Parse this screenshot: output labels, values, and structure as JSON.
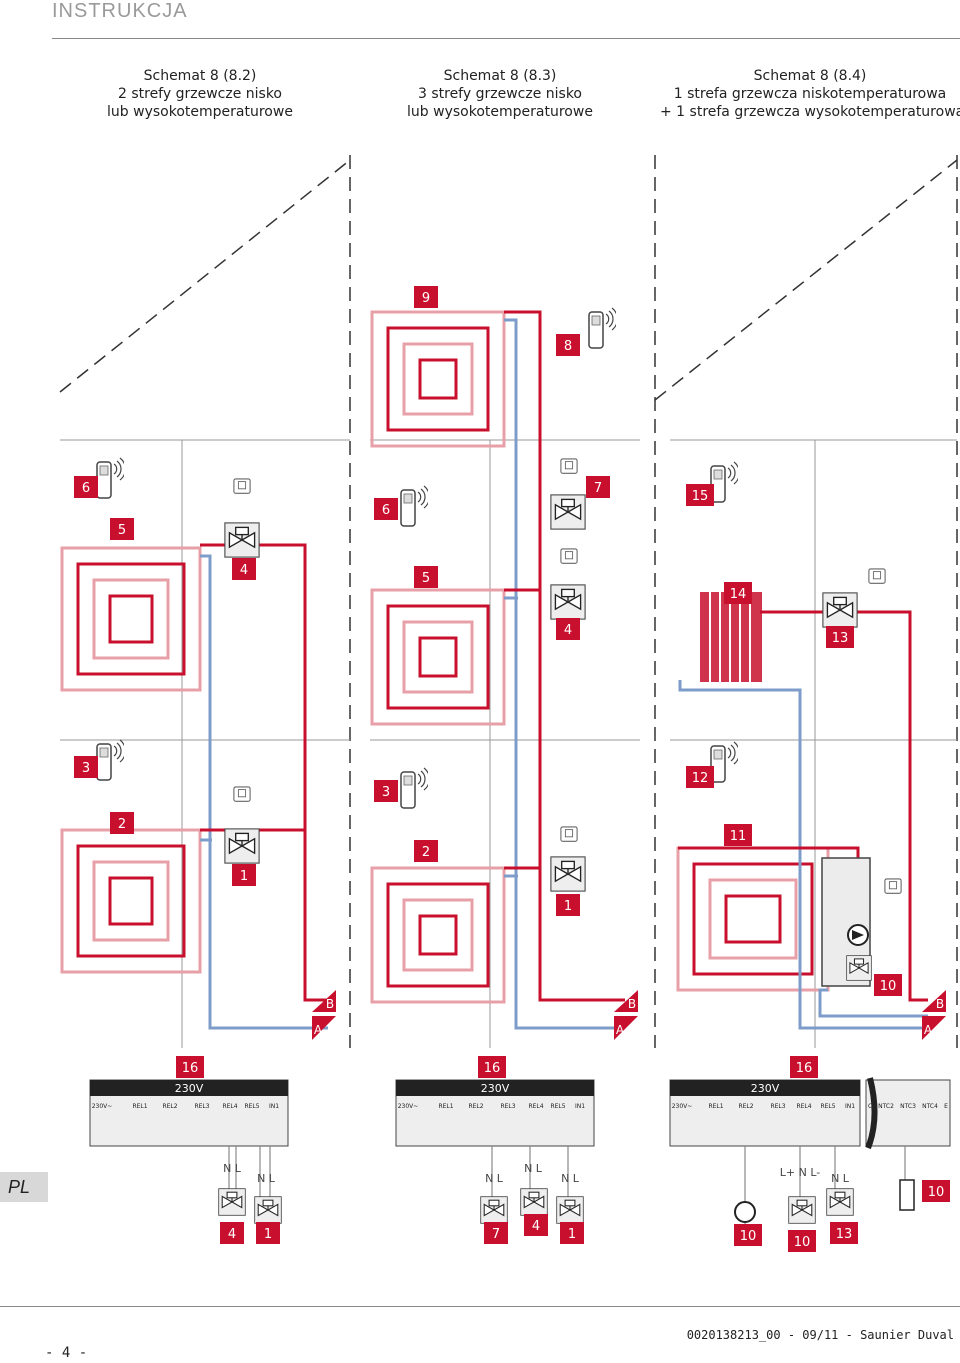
{
  "header": {
    "title": "INSTRUKCJA"
  },
  "schemas": [
    {
      "title": "Schemat 8 (8.2)",
      "line1": "2 strefy grzewcze nisko",
      "line2": "lub wysokotemperaturowe"
    },
    {
      "title": "Schemat 8 (8.3)",
      "line1": "3 strefy grzewcze nisko",
      "line2": "lub wysokotemperaturowe"
    },
    {
      "title": "Schemat 8 (8.4)",
      "line1": "1 strefa grzewcza niskotemperaturowa",
      "line2": "+ 1 strefa grzewcza wysokotemperaturowa"
    }
  ],
  "labels": {
    "n1": "1",
    "n2": "2",
    "n3": "3",
    "n4": "4",
    "n5": "5",
    "n6": "6",
    "n7": "7",
    "n8": "8",
    "n9": "9",
    "n10": "10",
    "n11": "11",
    "n12": "12",
    "n13": "13",
    "n14": "14",
    "n15": "15",
    "n16": "16",
    "A": "A",
    "B": "B"
  },
  "panel": {
    "voltage": "230V",
    "terminals": [
      "230V~",
      "REL1",
      "REL2",
      "REL3",
      "REL4",
      "REL5",
      "IN1"
    ],
    "terminals_ext": [
      "C1",
      "NTC2",
      "NTC3",
      "NTC4",
      "E"
    ],
    "nl": "N L",
    "lnl": "L+ N L-"
  },
  "colors": {
    "red": "#c8102e",
    "blue": "#7d9cc9",
    "pink": "#e8a0a8",
    "gray": "#555555"
  },
  "footer": {
    "page": "- 4 -",
    "ref": "0020138213_00 - 09/11 - Saunier Duval",
    "lang": "PL"
  }
}
